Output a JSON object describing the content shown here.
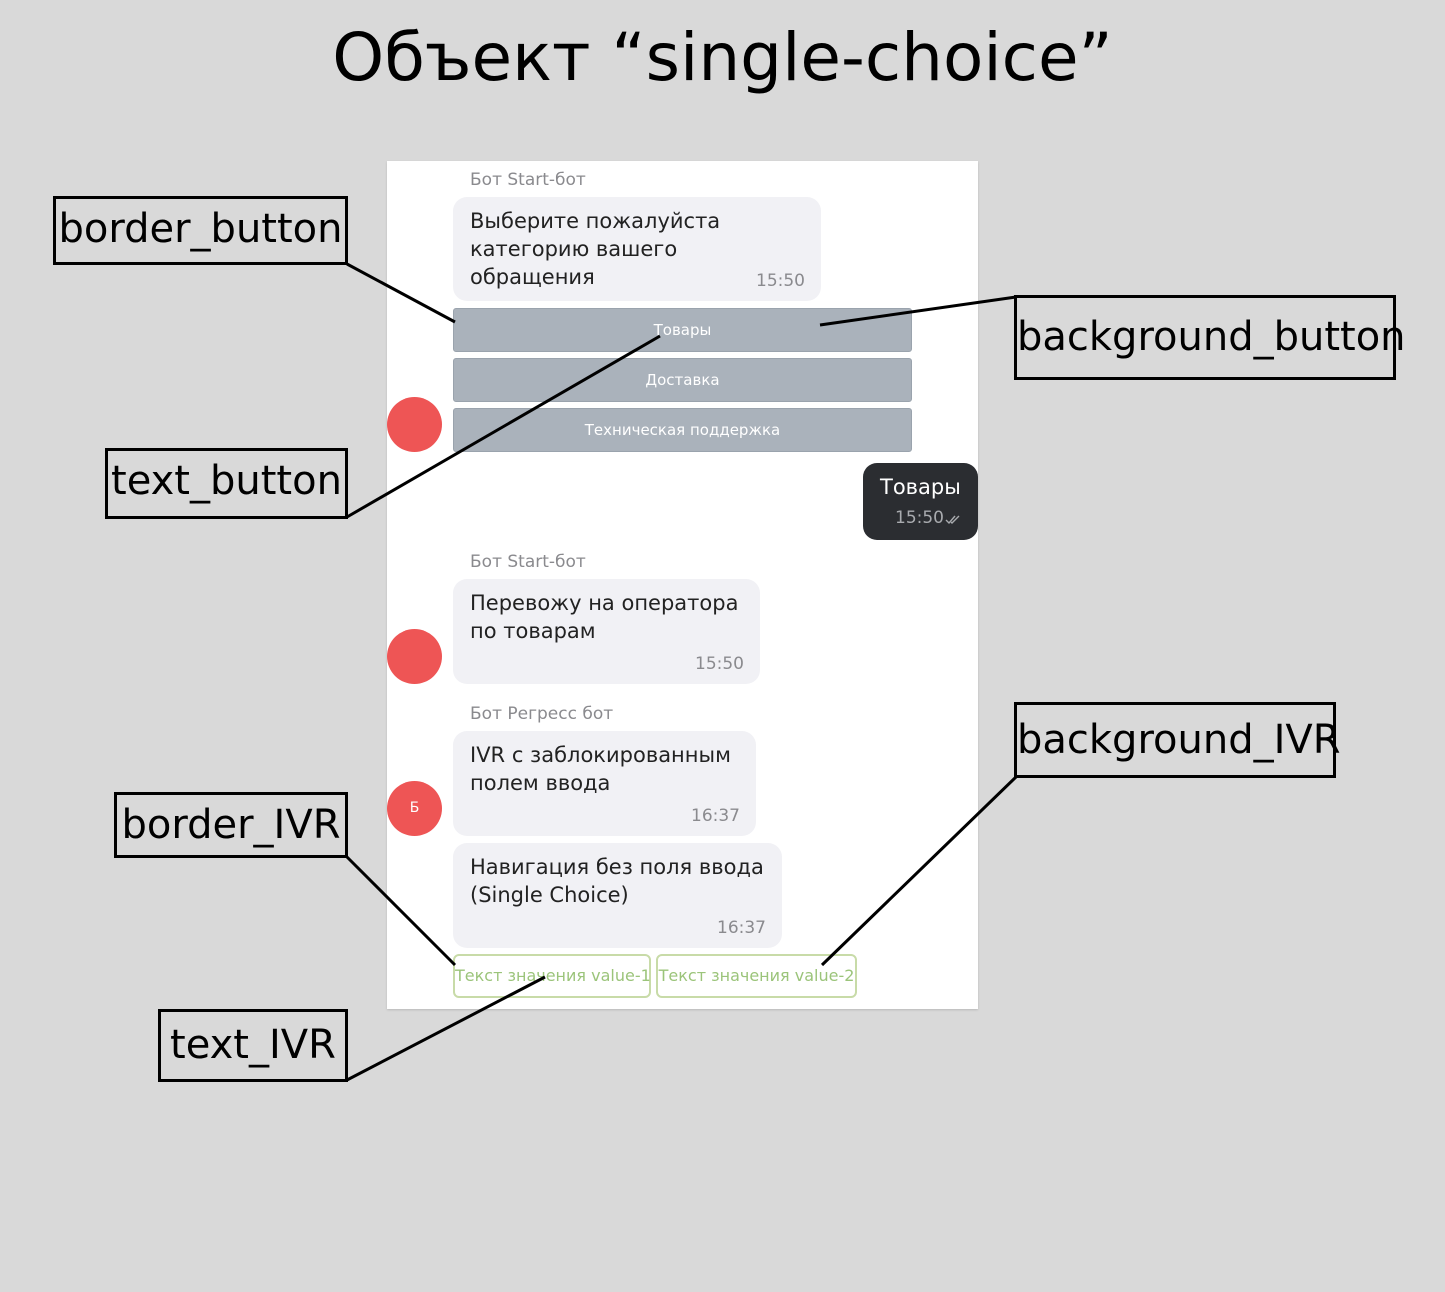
{
  "title": "Объект “single-choice”",
  "chat": {
    "msg1": {
      "sender": "Бот Start-бот",
      "text": "Выберите пожалуйста\nкатегорию вашего обращения",
      "time": "15:50"
    },
    "buttons": [
      "Товары",
      "Доставка",
      "Техническая поддержка"
    ],
    "outgoing": {
      "text": "Товары",
      "time": "15:50"
    },
    "msg2": {
      "sender": "Бот Start-бот",
      "text": "Перевожу на оператора\nпо товарам",
      "time": "15:50"
    },
    "msg3": {
      "sender": "Бот Регресс бот",
      "avatar_letter": "Б",
      "text": "IVR с заблокированным\nполем ввода",
      "time": "16:37"
    },
    "msg4": {
      "text": "Навигация без поля ввода\n(Single Choice)",
      "time": "16:37"
    },
    "ivr_buttons": [
      "Текст значения value-1",
      "Текст значения value-2"
    ]
  },
  "annotations": {
    "border_button": "border_button",
    "background_button": "background_button",
    "text_button": "text_button",
    "background_IVR": "background_IVR",
    "border_IVR": "border_IVR",
    "text_IVR": "text_IVR"
  },
  "colors": {
    "page_bg": "#d9d9d9",
    "avatar": "#ee5555",
    "button_bg": "#aab2bb",
    "ivr_border": "#c8dba8",
    "ivr_text": "#9bc47a",
    "outgoing_bg": "#2b2d31"
  },
  "icons": [
    "double-check-icon"
  ]
}
